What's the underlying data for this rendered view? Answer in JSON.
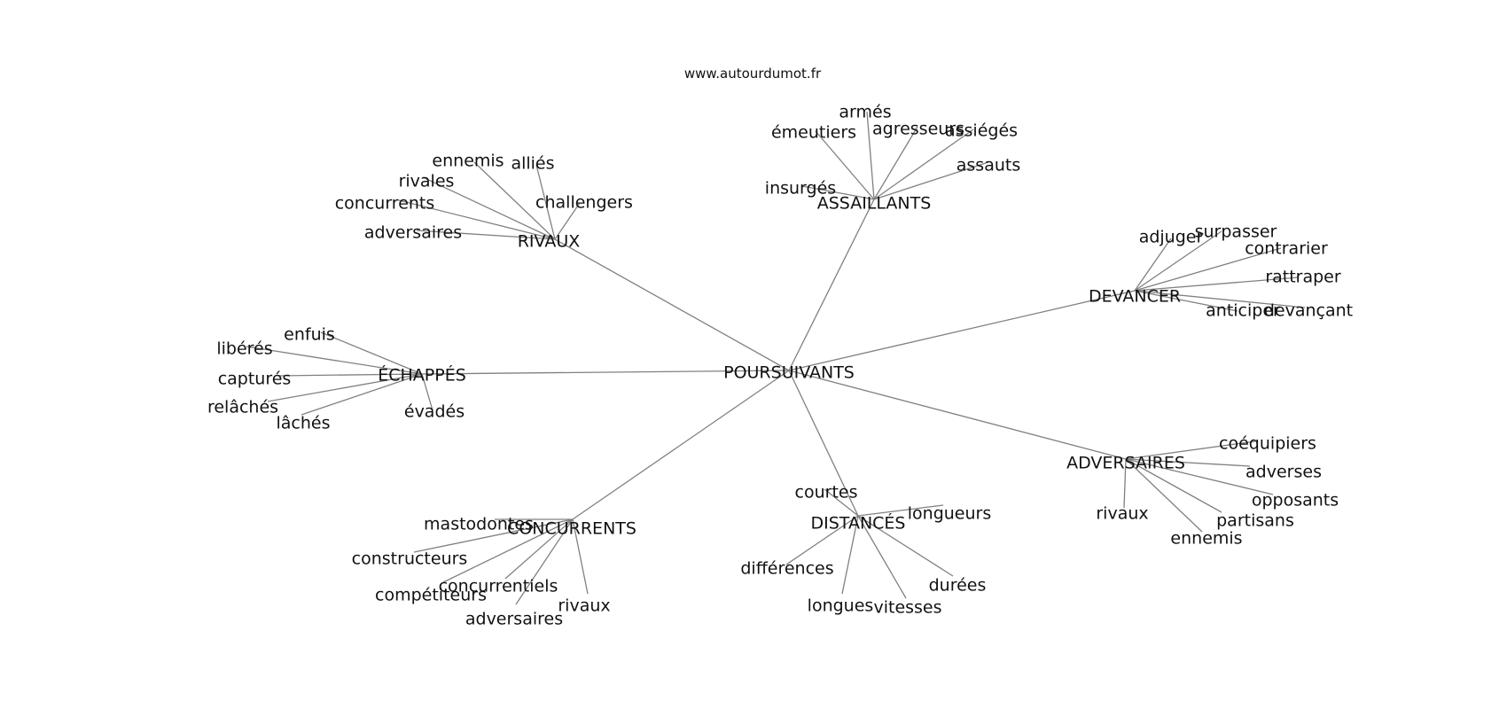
{
  "site": "www.autourdumot.fr",
  "colors": {
    "edge": "#808080",
    "text": "#111111",
    "background": "#ffffff"
  },
  "center": "POURSUIVANTS",
  "clusters": [
    {
      "id": "rivaux",
      "label": "RIVAUX",
      "words": [
        "ennemis",
        "alliés",
        "rivales",
        "challengers",
        "concurrents",
        "adversaires"
      ]
    },
    {
      "id": "assaillants",
      "label": "ASSAILLANTS",
      "words": [
        "armés",
        "émeutiers",
        "agresseurs",
        "assiégés",
        "assauts",
        "insurgés"
      ]
    },
    {
      "id": "devancer",
      "label": "DEVANCER",
      "words": [
        "adjuger",
        "surpasser",
        "contrarier",
        "rattraper",
        "anticiper",
        "devançant"
      ]
    },
    {
      "id": "echappes",
      "label": "ÉCHAPPÉS",
      "words": [
        "enfuis",
        "libérés",
        "capturés",
        "relâchés",
        "lâchés",
        "évadés"
      ]
    },
    {
      "id": "adversaires",
      "label": "ADVERSAIRES",
      "words": [
        "coéquipiers",
        "adverses",
        "opposants",
        "partisans",
        "ennemis",
        "rivaux"
      ]
    },
    {
      "id": "distances",
      "label": "DISTANCÉS",
      "words": [
        "courtes",
        "longueurs",
        "différences",
        "durées",
        "longues",
        "vitesses"
      ]
    },
    {
      "id": "concurrents",
      "label": "CONCURRENTS",
      "words": [
        "mastodontes",
        "constructeurs",
        "concurrentiels",
        "compétiteurs",
        "rivaux",
        "adversaires"
      ]
    }
  ]
}
